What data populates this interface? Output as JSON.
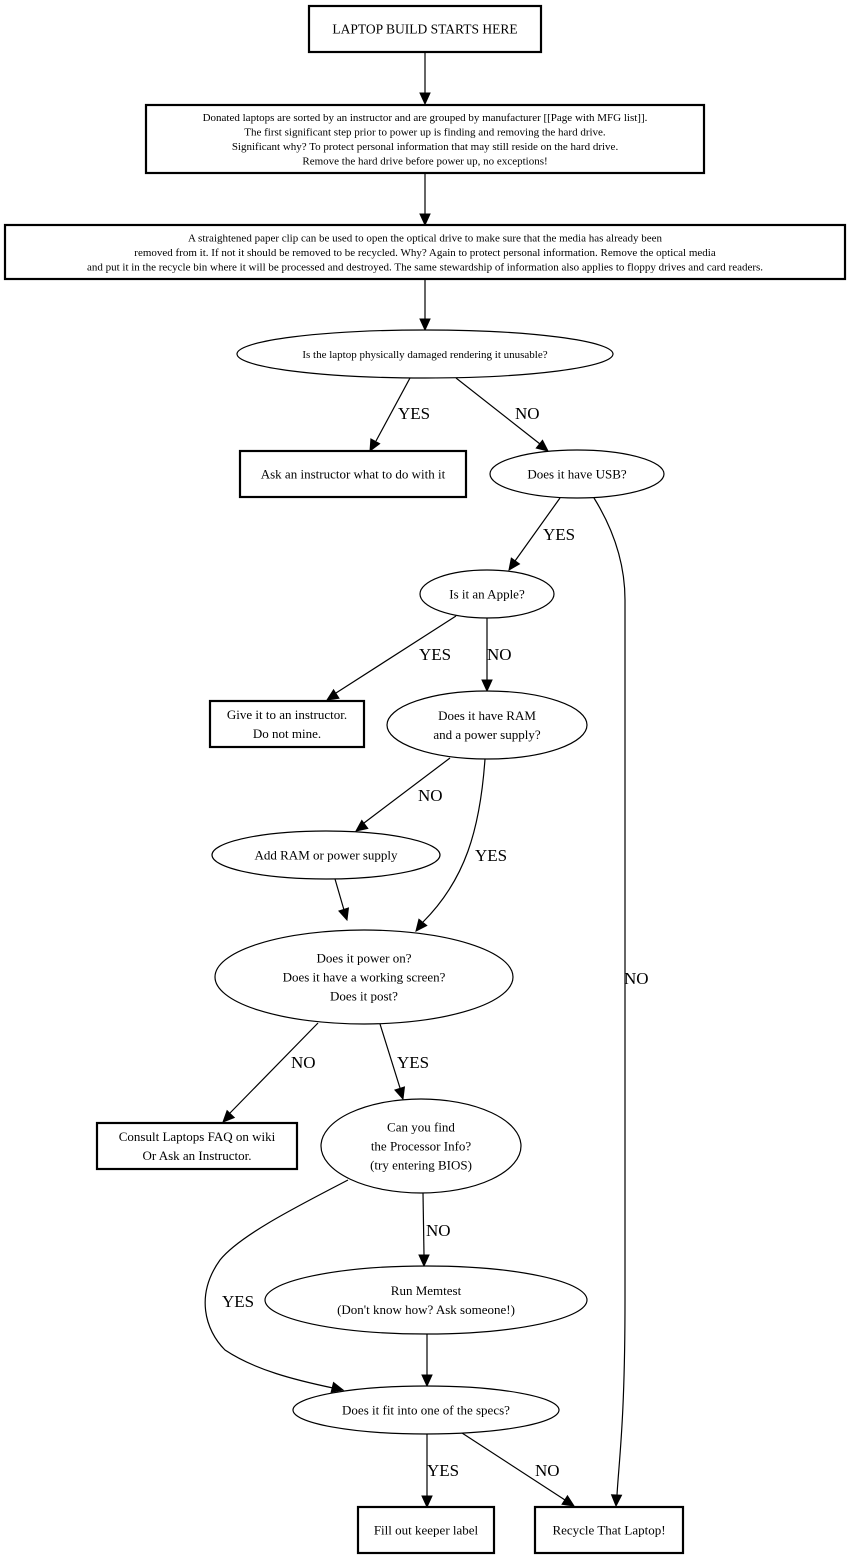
{
  "title": "Laptop build flowchart",
  "nodes": [
    {
      "id": "start",
      "shape": "box",
      "lines": [
        "LAPTOP BUILD STARTS HERE"
      ]
    },
    {
      "id": "sort",
      "shape": "box",
      "lines": [
        "Donated laptops are sorted by an instructor and are grouped by manufacturer [[Page with MFG list]].",
        "The first significant step prior to power up is finding and removing the hard drive.",
        "Significant why? To protect personal information that may still reside on the hard drive.",
        "Remove the hard drive before power up, no exceptions!"
      ]
    },
    {
      "id": "optical",
      "shape": "box",
      "lines": [
        "A straightened paper clip can be used to open the optical drive to make sure that the media has already been",
        "removed from it. If not it should be removed to be recycled. Why? Again to protect personal information. Remove the optical media",
        "and put it in the recycle bin where it will be processed and destroyed. The same stewardship of information also applies to floppy drives and card readers."
      ]
    },
    {
      "id": "damaged",
      "shape": "ellipse",
      "lines": [
        "Is the laptop physically damaged rendering it unusable?"
      ]
    },
    {
      "id": "ask_instructor",
      "shape": "box",
      "lines": [
        "Ask an instructor what to do with it"
      ]
    },
    {
      "id": "usb",
      "shape": "ellipse",
      "lines": [
        "Does it have USB?"
      ]
    },
    {
      "id": "apple",
      "shape": "ellipse",
      "lines": [
        "Is it an Apple?"
      ]
    },
    {
      "id": "give_instructor",
      "shape": "box",
      "lines": [
        "Give it to an instructor.",
        "Do not mine."
      ]
    },
    {
      "id": "ram",
      "shape": "ellipse",
      "lines": [
        "Does it have RAM",
        "and a power supply?"
      ]
    },
    {
      "id": "add_ram",
      "shape": "ellipse",
      "lines": [
        "Add RAM or power supply"
      ]
    },
    {
      "id": "power",
      "shape": "ellipse",
      "lines": [
        "Does it power on?",
        "Does it have a working screen?",
        "Does it post?"
      ]
    },
    {
      "id": "faq",
      "shape": "box",
      "lines": [
        "Consult Laptops FAQ on wiki",
        "Or Ask an Instructor."
      ]
    },
    {
      "id": "processor",
      "shape": "ellipse",
      "lines": [
        "Can you find",
        "the Processor Info?",
        "(try entering BIOS)"
      ]
    },
    {
      "id": "memtest",
      "shape": "ellipse",
      "lines": [
        "Run Memtest",
        "(Don't know how?  Ask someone!)"
      ]
    },
    {
      "id": "specs",
      "shape": "ellipse",
      "lines": [
        "Does it fit into one of the specs?"
      ]
    },
    {
      "id": "keeper",
      "shape": "box",
      "lines": [
        "Fill out keeper label"
      ]
    },
    {
      "id": "recycle",
      "shape": "box",
      "lines": [
        "Recycle That Laptop!"
      ]
    }
  ],
  "edges": [
    {
      "from": "start",
      "to": "sort",
      "label": ""
    },
    {
      "from": "sort",
      "to": "optical",
      "label": ""
    },
    {
      "from": "optical",
      "to": "damaged",
      "label": ""
    },
    {
      "from": "damaged",
      "to": "ask_instructor",
      "label": "YES"
    },
    {
      "from": "damaged",
      "to": "usb",
      "label": "NO"
    },
    {
      "from": "usb",
      "to": "apple",
      "label": "YES"
    },
    {
      "from": "usb",
      "to": "recycle",
      "label": "NO"
    },
    {
      "from": "apple",
      "to": "give_instructor",
      "label": "YES"
    },
    {
      "from": "apple",
      "to": "ram",
      "label": "NO"
    },
    {
      "from": "ram",
      "to": "add_ram",
      "label": "NO"
    },
    {
      "from": "ram",
      "to": "power",
      "label": "YES"
    },
    {
      "from": "add_ram",
      "to": "power",
      "label": ""
    },
    {
      "from": "power",
      "to": "faq",
      "label": "NO"
    },
    {
      "from": "power",
      "to": "processor",
      "label": "YES"
    },
    {
      "from": "processor",
      "to": "memtest",
      "label": "NO"
    },
    {
      "from": "processor",
      "to": "specs",
      "label": "YES"
    },
    {
      "from": "memtest",
      "to": "specs",
      "label": ""
    },
    {
      "from": "specs",
      "to": "keeper",
      "label": "YES"
    },
    {
      "from": "specs",
      "to": "recycle",
      "label": "NO"
    }
  ]
}
